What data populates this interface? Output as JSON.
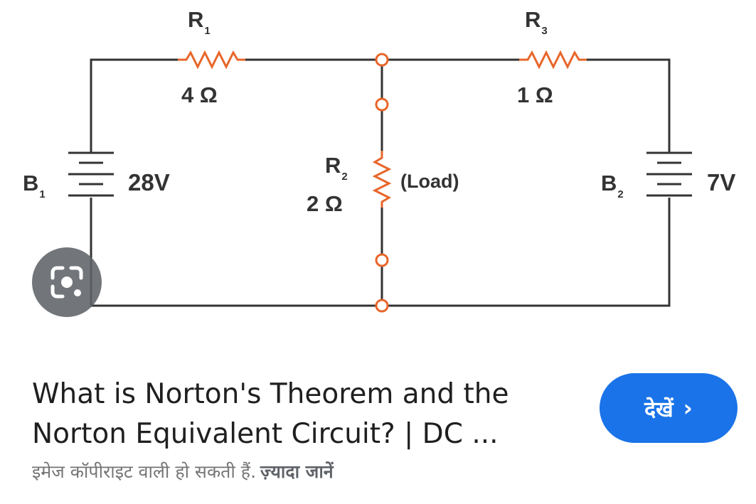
{
  "circuit": {
    "r1": {
      "name": "R",
      "sub": "1",
      "value": "4 Ω"
    },
    "r2": {
      "name": "R",
      "sub": "2",
      "value": "2 Ω"
    },
    "r3": {
      "name": "R",
      "sub": "3",
      "value": "1 Ω"
    },
    "b1": {
      "name": "B",
      "sub": "1",
      "voltage": "28V"
    },
    "b2": {
      "name": "B",
      "sub": "2",
      "voltage": "7V"
    },
    "load_label": "(Load)"
  },
  "result": {
    "title_line1": "What is Norton's Theorem and the",
    "title_line2": "Norton Equivalent Circuit? | DC ...",
    "copyright_note": "इमेज कॉपीराइट वाली हो सकती हैं.",
    "learn_more": "ज़्यादा जानें",
    "visit_label": "देखें",
    "visit_chevron": "›"
  },
  "icons": {
    "lens": "google-lens-icon",
    "chevron": "chevron-right-icon"
  },
  "colors": {
    "wire": "#333333",
    "resistor": "#e8662a",
    "button": "#1a73e8"
  }
}
